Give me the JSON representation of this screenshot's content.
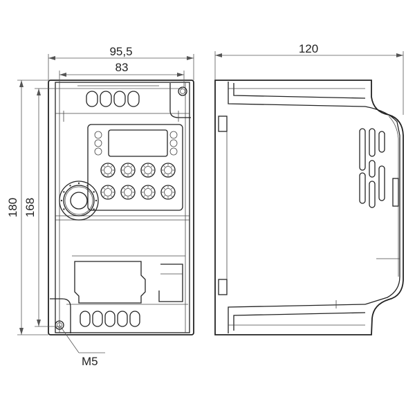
{
  "dimensions": {
    "front_overall_width": "95,5",
    "front_mounting_width": "83",
    "overall_height": "180",
    "mounting_height": "168",
    "side_depth": "120"
  },
  "callouts": {
    "mounting_screw": "M5"
  }
}
